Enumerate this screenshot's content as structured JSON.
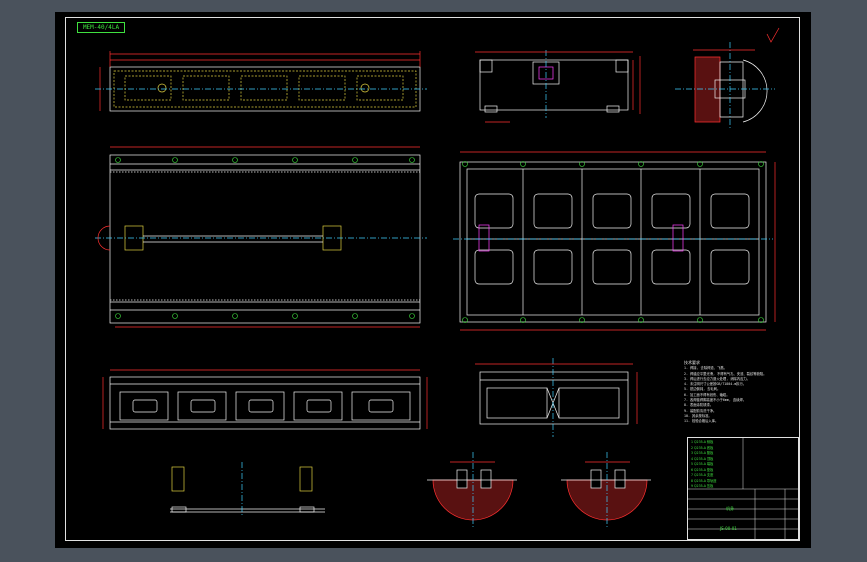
{
  "drawing": {
    "title_tag": "MEM-40/4LA",
    "notes_heading": "技术要求",
    "notes": [
      "1. 焊接, 去除焊渣、飞溅。",
      "2. 焊缝应平整光滑, 不得有气孔、夹渣、裂纹等缺陷。",
      "3. 焊后进行去应力退火处理, 消除内应力。",
      "4. 未注明尺寸公差按GB/T1804-m执行。",
      "5. 锐边倒钝, 去毛刺。",
      "6. 加工面不得有划伤、磕碰。",
      "7. 各焊缝焊脚高度不小于6mm, 连续焊。",
      "8. 表面涂防锈漆。",
      "9. 装配前清洗干净。",
      "10. 其余按标准。",
      "11. 检验合格后入库。"
    ],
    "title_block": {
      "parts_rows": [
        "1  Q235-A  侧板",
        "2  Q235-A  底板",
        "3  Q235-A  筋板",
        "4  Q235-A  顶板",
        "5  Q235-A  端板",
        "6  Q235-A  垫板",
        "7  Q235-A  支座",
        "8  Q235-A  导轨座",
        "9  Q235-A  压板"
      ],
      "name": "机身",
      "drawing_no": "JS-00-01"
    }
  }
}
